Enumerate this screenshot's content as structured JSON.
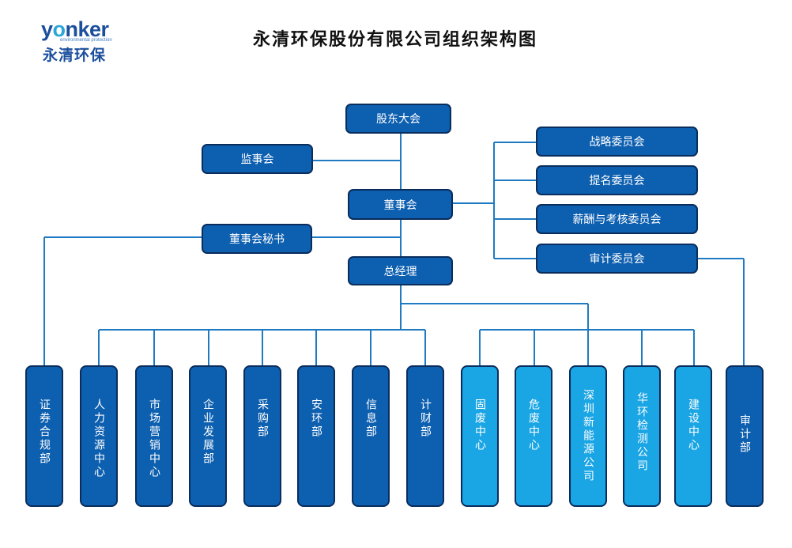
{
  "logo": {
    "text_en": "yonker",
    "subtitle": "environmental protection",
    "text_cn": "永清环保"
  },
  "title": "永清环保股份有限公司组织架构图",
  "colors": {
    "dark_box": "#0d5fb0",
    "light_box": "#1aa5e4",
    "border": "#0a2d5c",
    "line": "#1f7ac2"
  },
  "top": {
    "shareholders": "股东大会",
    "supervisory": "监事会",
    "board": "董事会",
    "board_secretary": "董事会秘书",
    "gm": "总经理"
  },
  "committees": [
    "战略委员会",
    "提名委员会",
    "薪酬与考核委员会",
    "审计委员会"
  ],
  "departments": [
    {
      "label": "证券合规部",
      "style": "dark"
    },
    {
      "label": "人力资源中心",
      "style": "dark"
    },
    {
      "label": "市场营销中心",
      "style": "dark"
    },
    {
      "label": "企业发展部",
      "style": "dark"
    },
    {
      "label": "采购部",
      "style": "dark"
    },
    {
      "label": "安环部",
      "style": "dark"
    },
    {
      "label": "信息部",
      "style": "dark"
    },
    {
      "label": "计财部",
      "style": "dark"
    },
    {
      "label": "固废中心",
      "style": "light"
    },
    {
      "label": "危废中心",
      "style": "light"
    },
    {
      "label": "深圳新能源公司",
      "style": "light"
    },
    {
      "label": "华环检测公司",
      "style": "light"
    },
    {
      "label": "建设中心",
      "style": "light"
    },
    {
      "label": "审计部",
      "style": "dark"
    }
  ]
}
